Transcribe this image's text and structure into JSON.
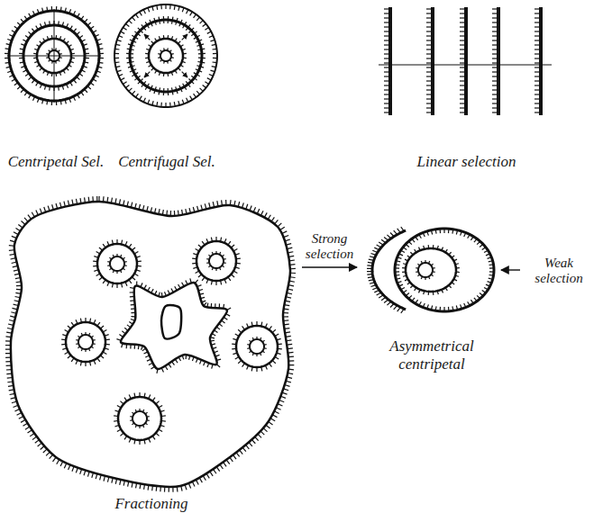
{
  "diagram": {
    "nodes": [
      {
        "text": [
          "Centripetal Sel."
        ]
      },
      {
        "text": [
          "Centrifugal Sel."
        ]
      },
      {
        "text": [
          "Linear selection"
        ]
      },
      {
        "text": [
          "Fractioning"
        ]
      },
      {
        "text": [
          "Asymmetrical centripetal"
        ]
      }
    ],
    "edges": [
      {
        "from": 3,
        "to": 4,
        "arrow": "to",
        "label": "Strong selection"
      }
    ],
    "labels": [
      "Weak selection"
    ]
  }
}
